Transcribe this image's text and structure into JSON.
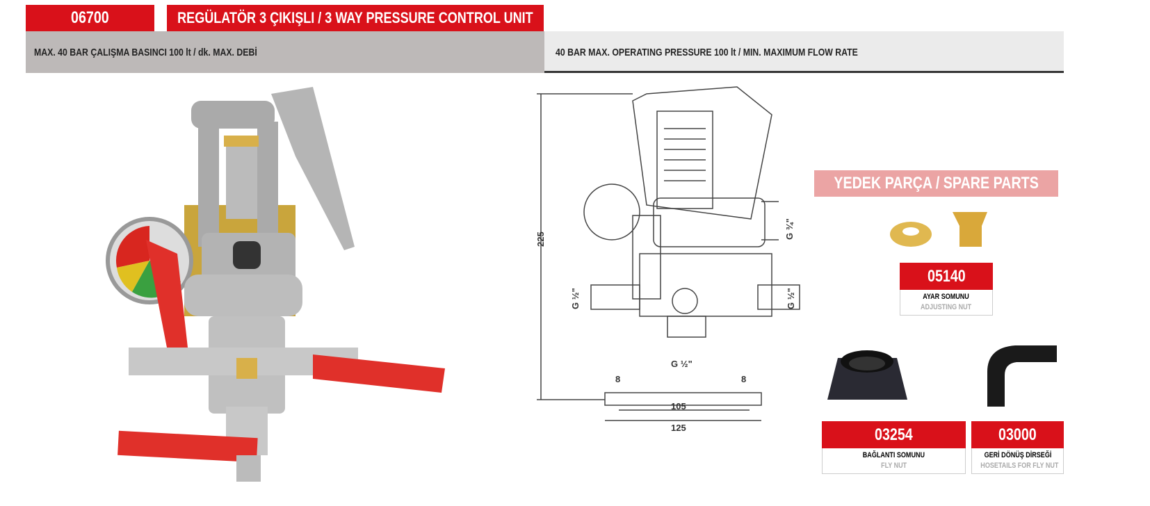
{
  "product": {
    "code": "06700",
    "title": "REGÜLATÖR 3 ÇIKIŞLI / 3 WAY PRESSURE CONTROL UNIT",
    "spec_tr": "MAX. 40 BAR ÇALIŞMA BASINCI 100 lt / dk. MAX. DEBİ",
    "spec_en": "40 BAR MAX. OPERATING PRESSURE 100 lt / MIN. MAXIMUM FLOW RATE"
  },
  "drawing": {
    "height": "225",
    "top_port": "G ¾\"",
    "side_port_left": "G ½\"",
    "side_port_right": "G ½\"",
    "bottom_port": "G ½\"",
    "offset_left": "8",
    "offset_right": "8",
    "inner_width": "105",
    "outer_width": "125"
  },
  "spare_parts": {
    "heading": "YEDEK PARÇA / SPARE PARTS",
    "items": [
      {
        "code": "05140",
        "name_tr": "AYAR SOMUNU",
        "name_en": "ADJUSTING NUT"
      },
      {
        "code": "03254",
        "name_tr": "BAĞLANTI SOMUNU",
        "name_en": "FLY NUT"
      },
      {
        "code": "03000",
        "name_tr": "GERİ DÖNÜŞ DİRSEĞİ",
        "name_en": "HOSETAILS FOR FLY NUT"
      }
    ]
  },
  "colors": {
    "accent": "#d9111a",
    "grey_band": "#bdb9b8",
    "light_band": "#ebebeb"
  }
}
